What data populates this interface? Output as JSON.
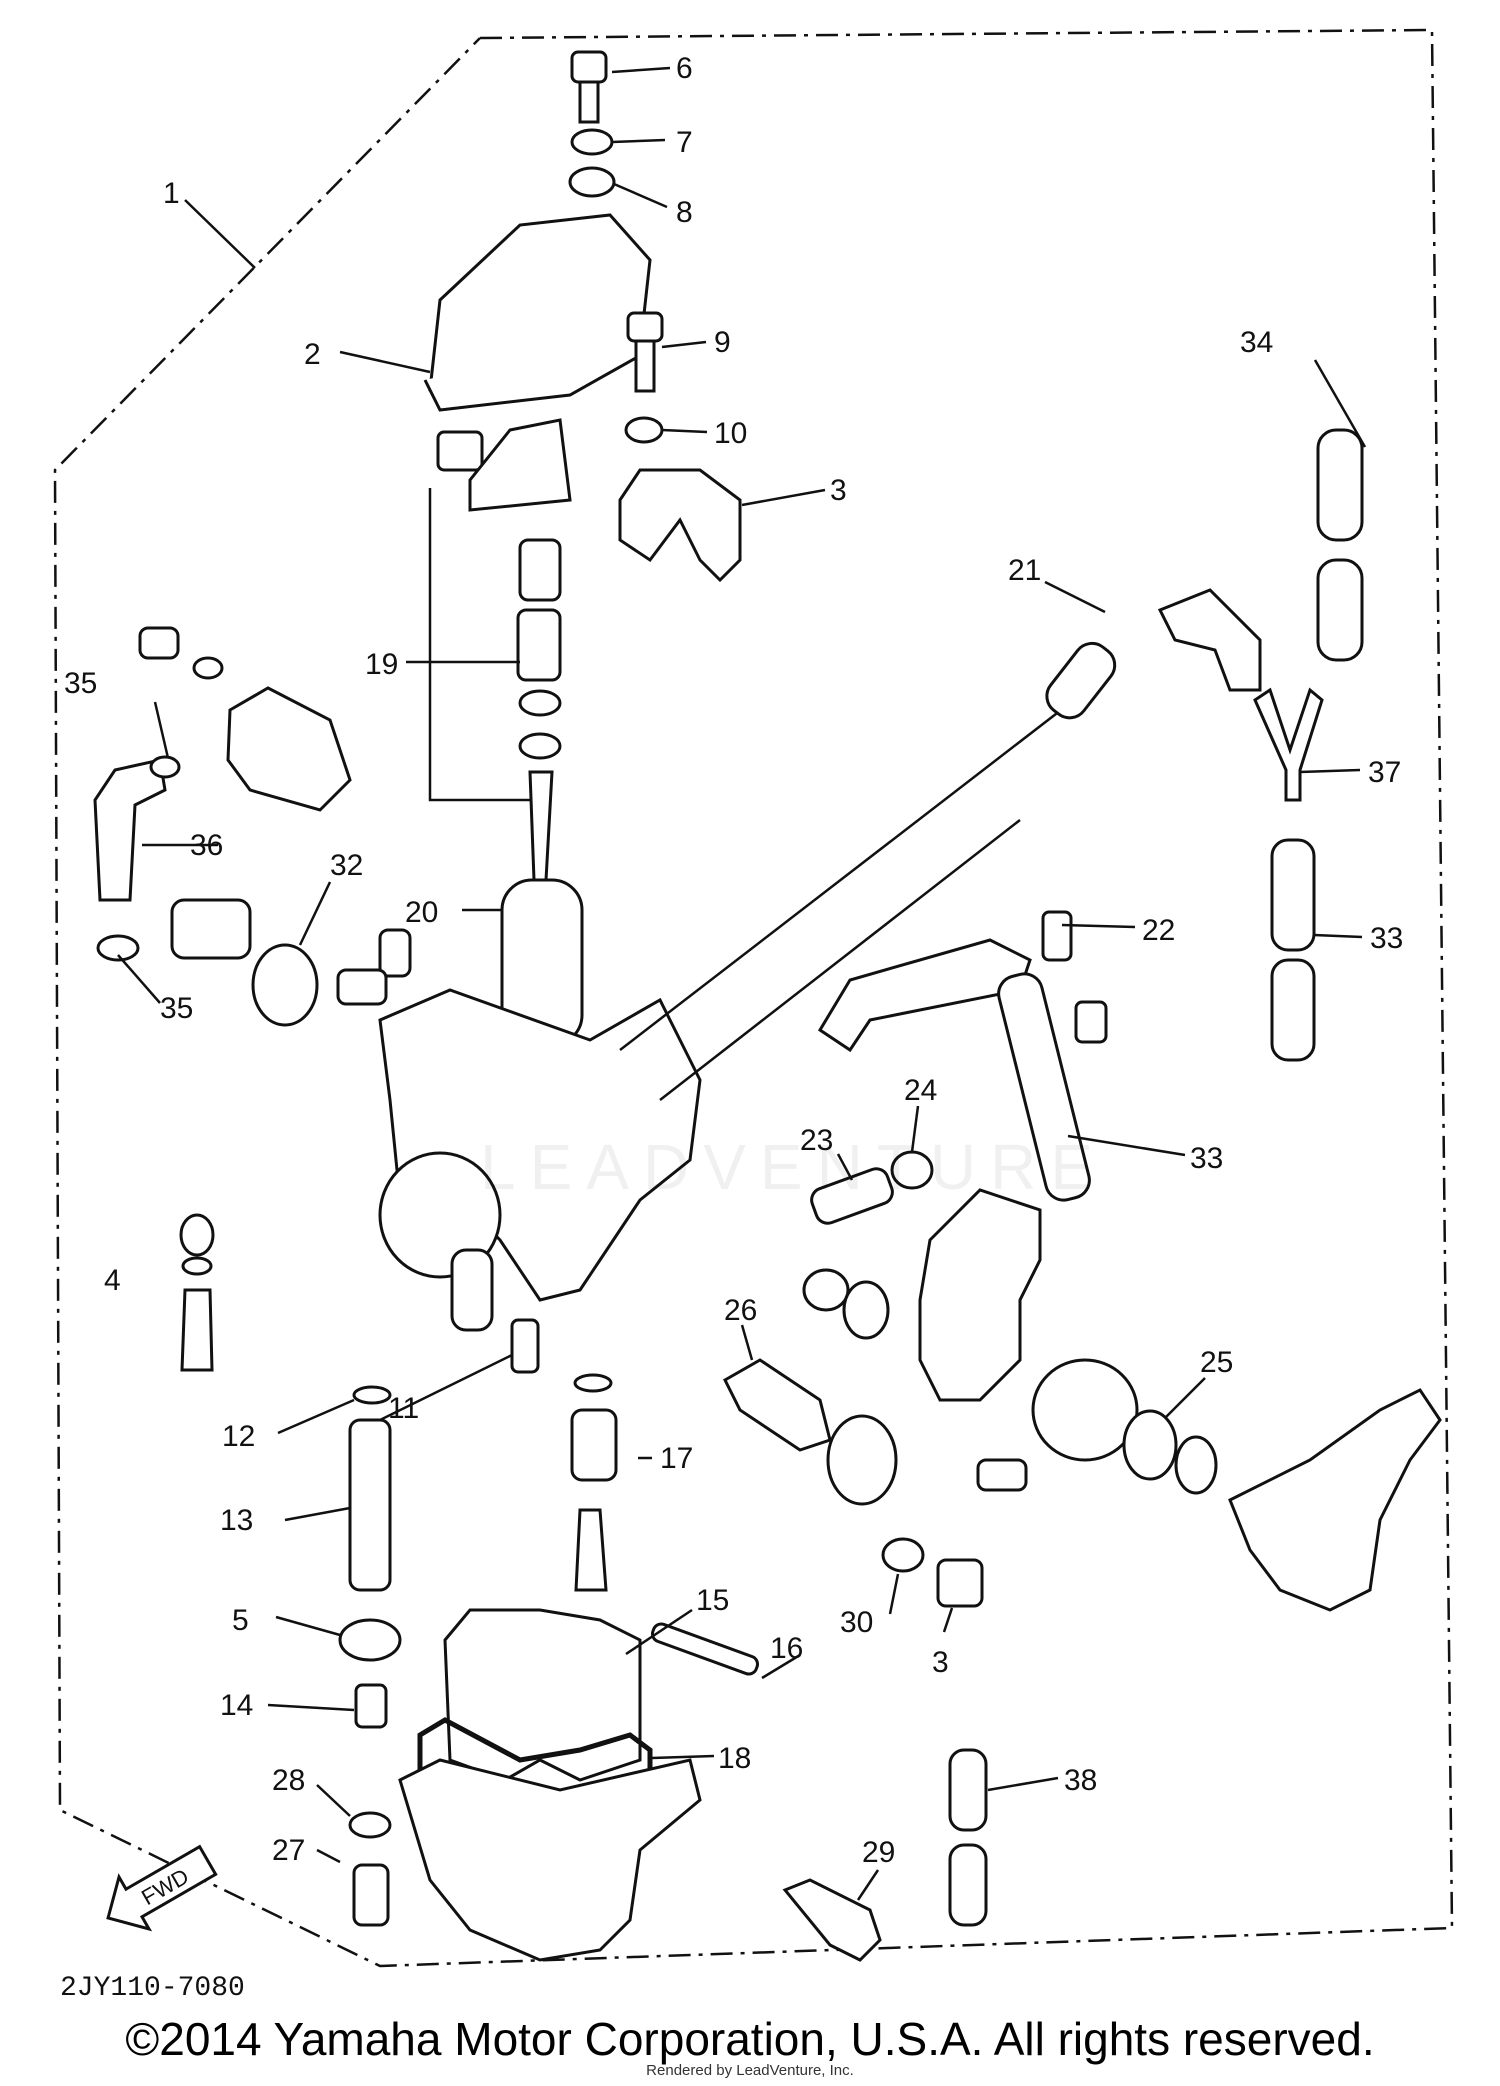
{
  "diagram": {
    "code": "2JY110-7080",
    "fwd_label": "FWD",
    "callouts": [
      "1",
      "2",
      "3",
      "3",
      "4",
      "5",
      "6",
      "7",
      "8",
      "9",
      "10",
      "11",
      "12",
      "13",
      "14",
      "15",
      "16",
      "17",
      "18",
      "19",
      "20",
      "21",
      "22",
      "23",
      "24",
      "25",
      "26",
      "27",
      "28",
      "29",
      "30",
      "32",
      "33",
      "33",
      "34",
      "35",
      "35",
      "36",
      "37",
      "38"
    ]
  },
  "watermark": "LEADVENTURE",
  "footer": {
    "copyright": "©2014 Yamaha Motor Corporation, U.S.A. All rights reserved.",
    "rendered_by": "Rendered by LeadVenture, Inc."
  }
}
